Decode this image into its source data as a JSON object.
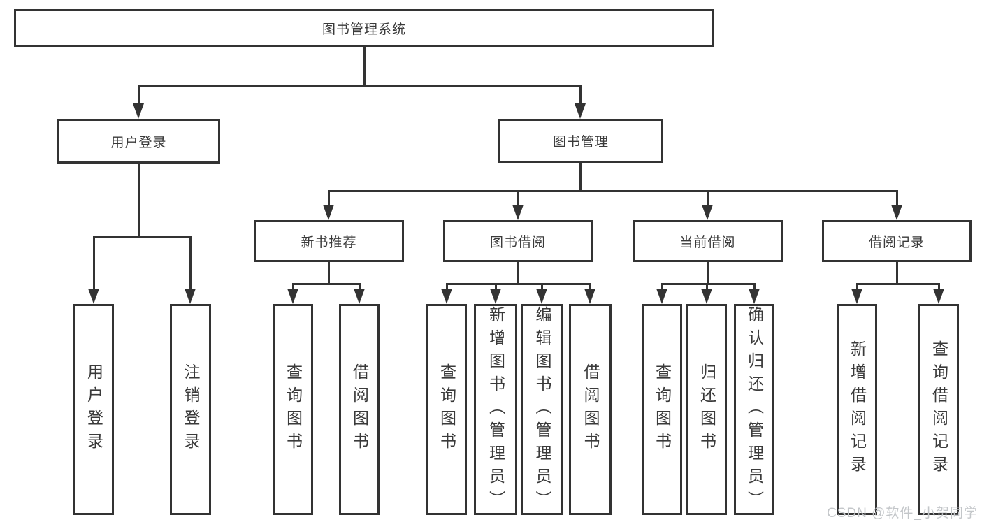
{
  "colors": {
    "line": "#333333",
    "text": "#3a3a3a",
    "bg": "#ffffff",
    "watermark": "#c3c6c9"
  },
  "tree": {
    "root": {
      "label": "图书管理系统"
    },
    "user_login": {
      "label": "用户登录",
      "children": [
        "用户登录",
        "注销登录"
      ]
    },
    "book_management": {
      "label": "图书管理",
      "sections": {
        "new_books": {
          "label": "新书推荐",
          "children": [
            "查询图书",
            "借阅图书"
          ]
        },
        "borrowing": {
          "label": "图书借阅",
          "children": [
            "查询图书",
            "新增图书（管理员）",
            "编辑图书（管理员）",
            "借阅图书"
          ]
        },
        "current": {
          "label": "当前借阅",
          "children": [
            "查询图书",
            "归还图书",
            "确认归还（管理员）"
          ]
        },
        "records": {
          "label": "借阅记录",
          "children": [
            "新增借阅记录",
            "查询借阅记录"
          ]
        }
      }
    }
  },
  "watermark": {
    "text": "CSDN @软件_小贺同学"
  }
}
